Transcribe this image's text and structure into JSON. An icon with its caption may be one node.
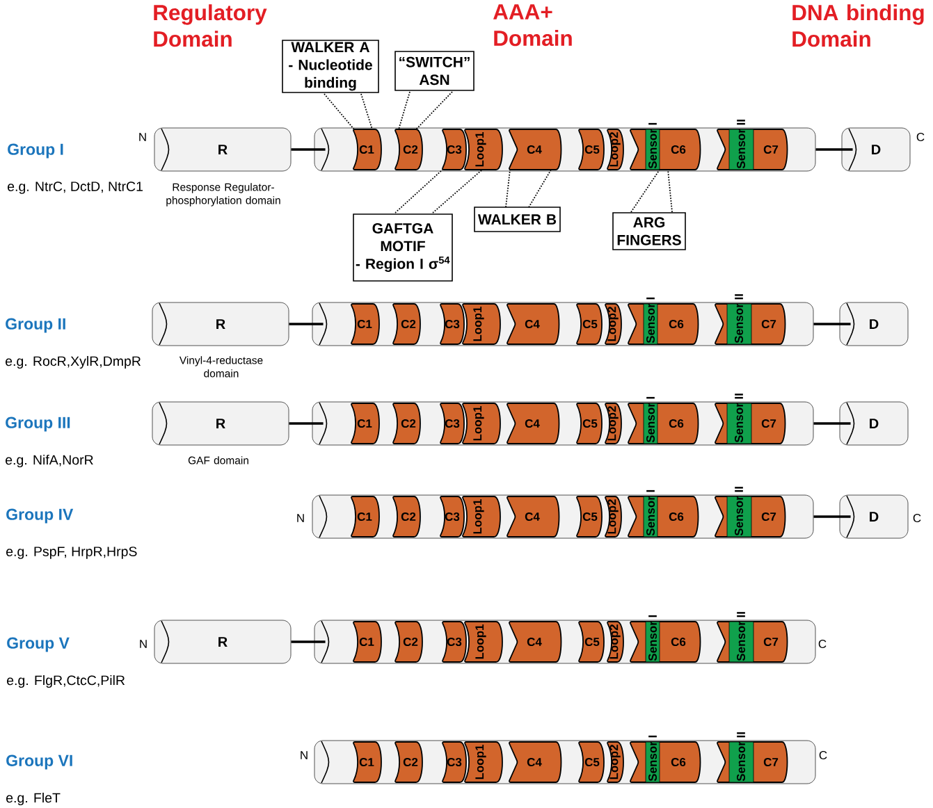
{
  "diagram": {
    "nodes": [
      {
        "text": [
          "WALKER A - Nucleotide binding"
        ]
      },
      {
        "text": [
          "“SWITCH” ASN"
        ]
      },
      {
        "text": [
          "R"
        ],
        "beside": [
          "N",
          "Response Regulator- phosphorylation domain"
        ]
      },
      {
        "text": [],
        "shape": "cylinder"
      },
      {
        "text": [
          "C1"
        ],
        "in": 3
      },
      {
        "text": [
          "C2"
        ],
        "in": 3
      },
      {
        "text": [
          "C3"
        ],
        "in": 3
      },
      {
        "text": [
          "Loop1"
        ],
        "in": 3
      },
      {
        "text": [
          "C4"
        ],
        "in": 3
      },
      {
        "text": [
          "C5"
        ],
        "in": 3
      },
      {
        "text": [
          "Loop2"
        ],
        "in": 3
      },
      {
        "text": [
          "C6"
        ],
        "in": 3
      },
      {
        "text": [
          "Sensor I"
        ],
        "in": 11
      },
      {
        "text": [
          "C7"
        ],
        "in": 3
      },
      {
        "text": [
          "Sensor II"
        ],
        "in": 13
      },
      {
        "text": [
          "D"
        ],
        "beside": [
          "C"
        ]
      },
      {
        "text": [
          "GAFTGA MOTIF - Region I σ$^{54}$"
        ]
      },
      {
        "text": [
          "WALKER B"
        ]
      },
      {
        "text": [
          "ARG FINGERS"
        ]
      },
      {
        "text": [
          "R"
        ],
        "beside": [
          "Vinyl-4-reductase domain"
        ]
      },
      {
        "text": [],
        "shape": "cylinder"
      },
      {
        "text": [
          "C1"
        ],
        "in": 20
      },
      {
        "text": [
          "C2"
        ],
        "in": 20
      },
      {
        "text": [
          "C3"
        ],
        "in": 20
      },
      {
        "text": [
          "Loop1"
        ],
        "in": 20
      },
      {
        "text": [
          "C4"
        ],
        "in": 20
      },
      {
        "text": [
          "C5"
        ],
        "in": 20
      },
      {
        "text": [
          "Loop2"
        ],
        "in": 20
      },
      {
        "text": [
          "C6"
        ],
        "in": 20
      },
      {
        "text": [
          "Sensor I"
        ],
        "in": 28
      },
      {
        "text": [
          "C7"
        ],
        "in": 20
      },
      {
        "text": [
          "Sensor II"
        ],
        "in": 30
      },
      {
        "text": [
          "D"
        ]
      },
      {
        "text": [
          "R"
        ],
        "beside": [
          "GAF domain"
        ]
      },
      {
        "text": [],
        "shape": "cylinder"
      },
      {
        "text": [
          "C1"
        ],
        "in": 34
      },
      {
        "text": [
          "C2"
        ],
        "in": 34
      },
      {
        "text": [
          "C3"
        ],
        "in": 34
      },
      {
        "text": [
          "Loop1"
        ],
        "in": 34
      },
      {
        "text": [
          "C4"
        ],
        "in": 34
      },
      {
        "text": [
          "C5"
        ],
        "in": 34
      },
      {
        "text": [
          "Loop2"
        ],
        "in": 34
      },
      {
        "text": [
          "C6"
        ],
        "in": 34
      },
      {
        "text": [
          "Sensor I"
        ],
        "in": 42
      },
      {
        "text": [
          "C7"
        ],
        "in": 34
      },
      {
        "text": [
          "Sensor II"
        ],
        "in": 44
      },
      {
        "text": [
          "D"
        ]
      },
      {
        "text": [],
        "shape": "cylinder",
        "beside": [
          "N"
        ]
      },
      {
        "text": [
          "C1"
        ],
        "in": 47
      },
      {
        "text": [
          "C2"
        ],
        "in": 47
      },
      {
        "text": [
          "C3"
        ],
        "in": 47
      },
      {
        "text": [
          "Loop1"
        ],
        "in": 47
      },
      {
        "text": [
          "C4"
        ],
        "in": 47
      },
      {
        "text": [
          "C5"
        ],
        "in": 47
      },
      {
        "text": [
          "Loop2"
        ],
        "in": 47
      },
      {
        "text": [
          "C6"
        ],
        "in": 47
      },
      {
        "text": [
          "Sensor I"
        ],
        "in": 55
      },
      {
        "text": [
          "C7"
        ],
        "in": 47
      },
      {
        "text": [
          "Sensor II"
        ],
        "in": 57
      },
      {
        "text": [
          "D"
        ],
        "beside": [
          "C"
        ]
      },
      {
        "text": [
          "R"
        ],
        "beside": [
          "N"
        ]
      },
      {
        "text": [],
        "shape": "cylinder",
        "beside": [
          "C"
        ]
      },
      {
        "text": [
          "C1"
        ],
        "in": 61
      },
      {
        "text": [
          "C2"
        ],
        "in": 61
      },
      {
        "text": [
          "C3"
        ],
        "in": 61
      },
      {
        "text": [
          "Loop1"
        ],
        "in": 61
      },
      {
        "text": [
          "C4"
        ],
        "in": 61
      },
      {
        "text": [
          "C5"
        ],
        "in": 61
      },
      {
        "text": [
          "Loop2"
        ],
        "in": 61
      },
      {
        "text": [
          "C6"
        ],
        "in": 61
      },
      {
        "text": [
          "Sensor I"
        ],
        "in": 69
      },
      {
        "text": [
          "C7"
        ],
        "in": 61
      },
      {
        "text": [
          "Sensor II"
        ],
        "in": 71
      },
      {
        "text": [],
        "shape": "cylinder",
        "beside": [
          "N",
          "C"
        ]
      },
      {
        "text": [
          "C1"
        ],
        "in": 73
      },
      {
        "text": [
          "C2"
        ],
        "in": 73
      },
      {
        "text": [
          "C3"
        ],
        "in": 73
      },
      {
        "text": [
          "Loop1"
        ],
        "in": 73
      },
      {
        "text": [
          "C4"
        ],
        "in": 73
      },
      {
        "text": [
          "C5"
        ],
        "in": 73
      },
      {
        "text": [
          "Loop2"
        ],
        "in": 73
      },
      {
        "text": [
          "C6"
        ],
        "in": 73
      },
      {
        "text": [
          "Sensor I"
        ],
        "in": 81
      },
      {
        "text": [
          "C7"
        ],
        "in": 73
      },
      {
        "text": [
          "Sensor II"
        ],
        "in": 83
      }
    ],
    "edges": [
      {
        "from": 0,
        "to": 4,
        "arrow": "none",
        "style": "dashed"
      },
      {
        "from": 0,
        "to": 4,
        "arrow": "none",
        "style": "dashed"
      },
      {
        "from": 1,
        "to": 5,
        "arrow": "none",
        "style": "dashed"
      },
      {
        "from": 1,
        "to": 5,
        "arrow": "none",
        "style": "dashed"
      },
      {
        "from": 16,
        "to": 6,
        "arrow": "none",
        "style": "dashed"
      },
      {
        "from": 16,
        "to": 7,
        "arrow": "none",
        "style": "dashed"
      },
      {
        "from": 17,
        "to": 8,
        "arrow": "none",
        "style": "dashed"
      },
      {
        "from": 17,
        "to": 8,
        "arrow": "none",
        "style": "dashed"
      },
      {
        "from": 18,
        "to": 12,
        "arrow": "none",
        "style": "dashed"
      },
      {
        "from": 18,
        "to": 11,
        "arrow": "none",
        "style": "dashed"
      },
      {
        "from": 2,
        "to": 3,
        "arrow": "none"
      },
      {
        "from": 3,
        "to": 15,
        "arrow": "none"
      },
      {
        "from": 19,
        "to": 20,
        "arrow": "none"
      },
      {
        "from": 20,
        "to": 32,
        "arrow": "none"
      },
      {
        "from": 33,
        "to": 34,
        "arrow": "none"
      },
      {
        "from": 34,
        "to": 46,
        "arrow": "none"
      },
      {
        "from": 47,
        "to": 59,
        "arrow": "none"
      },
      {
        "from": 60,
        "to": 61,
        "arrow": "none"
      }
    ],
    "labels": [
      "Regulatory Domain",
      "AAA+ Domain",
      "DNA binding Domain",
      "Group I",
      "e.g. NtrC, DctD, NtrC1",
      "Group II",
      "e.g. RocR,XylR,DmpR",
      "Group III",
      "e.g. NifA,NorR",
      "Group IV",
      "e.g. PspF, HrpR,HrpS",
      "Group V",
      "e.g. FlgR,CtcC,PilR",
      "Group VI",
      "e.g. FleT"
    ]
  }
}
